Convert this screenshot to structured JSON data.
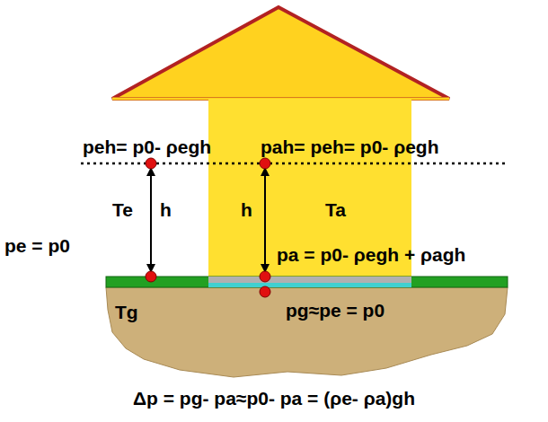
{
  "diagram": {
    "labels": [
      "peh= p0- ρegh",
      "pah= peh= p0- ρegh",
      "Te",
      "h",
      "h",
      "Ta",
      "pe = p0",
      "pa = p0- ρegh + ρagh",
      "Tg",
      "pg≈pe = p0",
      "Δp = pg- pa≈p0- pa = (ρe- ρa)gh"
    ]
  }
}
